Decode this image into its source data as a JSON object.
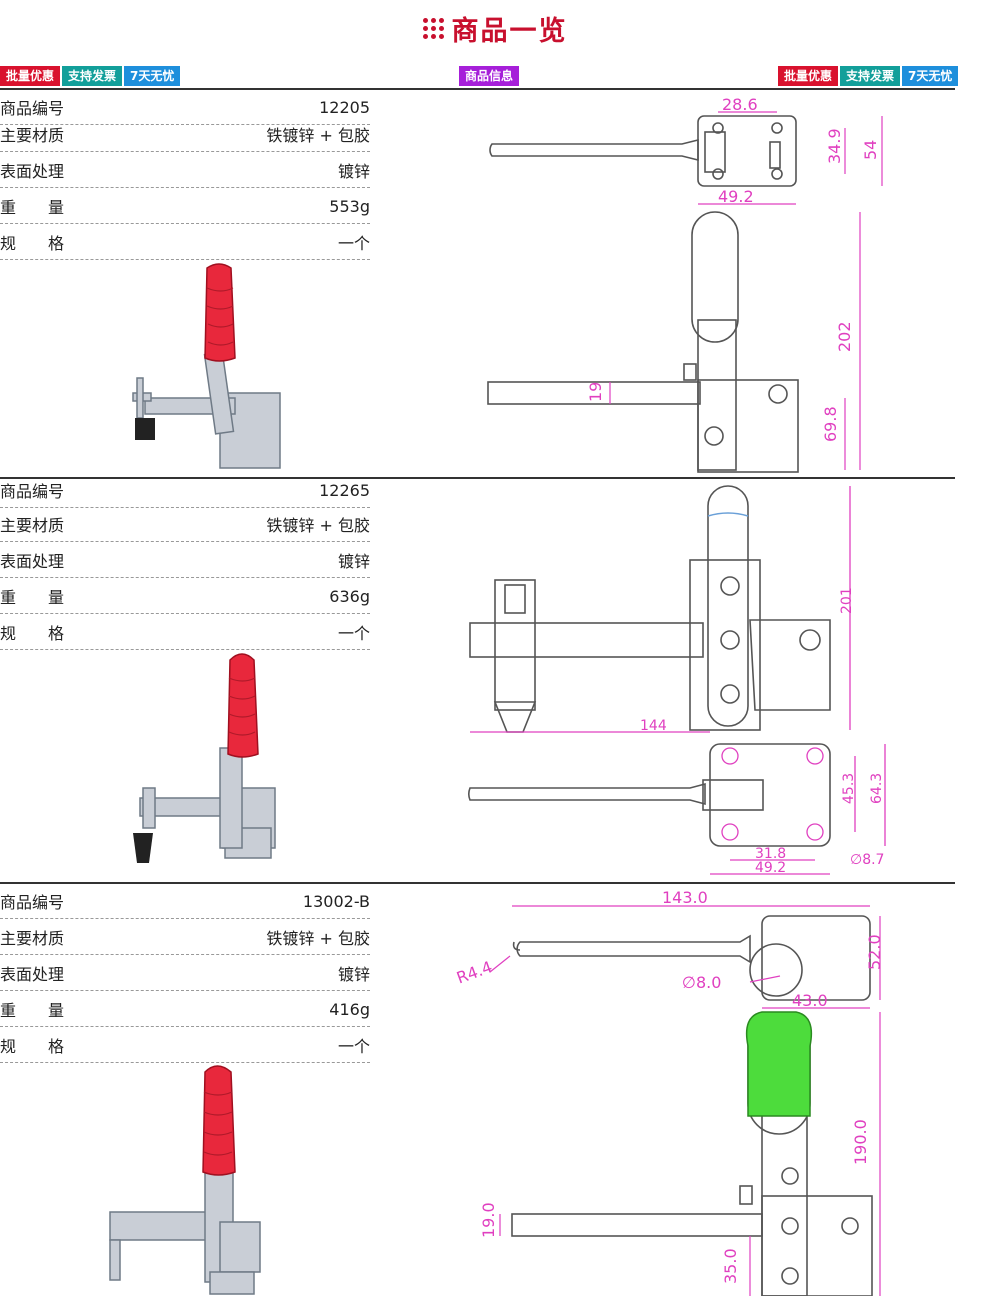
{
  "header": {
    "title": "商品一览"
  },
  "tags_left": [
    "批量优惠",
    "支持发票",
    "7天无忧"
  ],
  "tag_center": "商品信息",
  "tags_right": [
    "批量优惠",
    "支持发票",
    "7天无忧"
  ],
  "products": [
    {
      "rows": [
        {
          "label": "商品编号",
          "value": "12205"
        },
        {
          "label": "主要材质",
          "value": "铁镀锌 + 包胶"
        },
        {
          "label": "表面处理",
          "value": "镀锌"
        },
        {
          "label": "重　　量",
          "value": "553g"
        },
        {
          "label": "规　　格",
          "value": "一个"
        }
      ],
      "dims": [
        "28.6",
        "34.9",
        "54",
        "49.2",
        "202",
        "19",
        "69.8"
      ]
    },
    {
      "rows": [
        {
          "label": "商品编号",
          "value": "12265"
        },
        {
          "label": "主要材质",
          "value": "铁镀锌 + 包胶"
        },
        {
          "label": "表面处理",
          "value": "镀锌"
        },
        {
          "label": "重　　量",
          "value": "636g"
        },
        {
          "label": "规　　格",
          "value": "一个"
        }
      ],
      "dims": [
        "201",
        "144",
        "45.3",
        "64.3",
        "31.8",
        "49.2",
        "∅8.7"
      ]
    },
    {
      "rows": [
        {
          "label": "商品编号",
          "value": "13002-B"
        },
        {
          "label": "主要材质",
          "value": "铁镀锌 + 包胶"
        },
        {
          "label": "表面处理",
          "value": "镀锌"
        },
        {
          "label": "重　　量",
          "value": "416g"
        },
        {
          "label": "规　　格",
          "value": "一个"
        }
      ],
      "dims": [
        "143.0",
        "R4.4",
        "52.0",
        "∅8.0",
        "43.0",
        "190.0",
        "19.0",
        "35.0"
      ]
    }
  ],
  "colors": {
    "accent": "#c8102e",
    "dimension": "#e040c0",
    "grip_red": "#e8283c",
    "grip_green": "#4ddc3c"
  }
}
